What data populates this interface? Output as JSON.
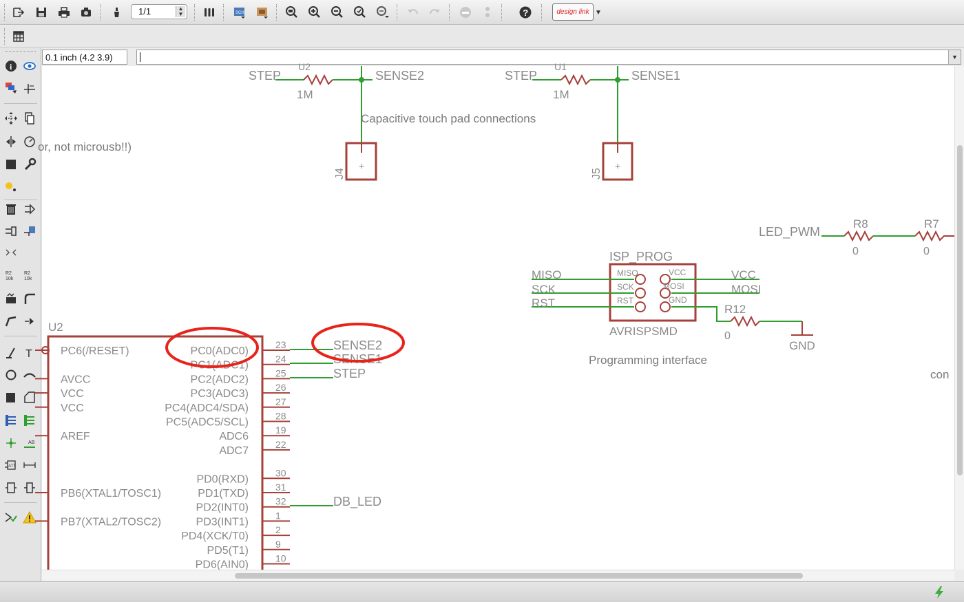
{
  "toolbar": {
    "sheet_value": "1/1",
    "designlink_label": "design link"
  },
  "command_bar": {
    "coordinate": "0.1 inch (4.2 3.9)",
    "command_value": ""
  },
  "status": {
    "text": ""
  },
  "colors": {
    "net": "#2e9e2e",
    "symbol": "#a6403a",
    "label": "#7a7a7a",
    "highlight": "#e8231a",
    "canvas": "#ffffff"
  },
  "icons": {
    "main_toolbar": [
      "open-icon",
      "save-icon",
      "print-icon",
      "cam-processor-icon",
      "drc-icon",
      "sheet-combo",
      "ulp-icon",
      "board-icon",
      "layer-icon",
      "zoom-fit-icon",
      "zoom-in-icon",
      "zoom-out-icon",
      "zoom-select-icon",
      "zoom-last-icon",
      "undo-icon",
      "redo-icon",
      "stop-icon",
      "go-icon",
      "help-icon",
      "design-link-icon"
    ],
    "palette": [
      "info-icon",
      "show-icon",
      "display-icon",
      "mark-icon",
      "move-icon",
      "copy-icon",
      "mirror-icon",
      "rotate-icon",
      "group-icon",
      "change-icon",
      "paste-icon",
      "delete-icon",
      "add-icon",
      "pinswap-icon",
      "replace-icon",
      "gateswap-icon",
      "name-icon",
      "value-icon",
      "smash-icon",
      "miter-icon",
      "split-icon",
      "invoke-icon",
      "wire-icon",
      "text-icon",
      "circle-icon",
      "arc-icon",
      "rect-icon",
      "polygon-icon",
      "bus-icon",
      "net-icon",
      "junction-icon",
      "label-icon",
      "attribute-icon",
      "dimension-icon",
      "frame-icon",
      "erc-icon",
      "errors-icon"
    ]
  },
  "schematic": {
    "top_left": {
      "net_left": "STEP",
      "part_name_partial": "U2",
      "resistor_value": "1M",
      "net_right": "SENSE2",
      "connector_name": "J4",
      "connector_pin": "+"
    },
    "top_right": {
      "net_left": "STEP",
      "part_name_partial": "U1",
      "resistor_value": "1M",
      "net_right": "SENSE1",
      "connector_name": "J5",
      "connector_pin": "+"
    },
    "touch_note": "Capacitive touch pad connections",
    "left_note_partial": "or, not microusb!!)",
    "led": {
      "net": "LED_PWM",
      "r8_name": "R8",
      "r8_value": "0",
      "r7_name": "R7",
      "r7_value": "0"
    },
    "isp": {
      "name": "ISP_PROG",
      "value": "AVRISPSMD",
      "pins": {
        "miso": "MISO",
        "vcc": "VCC",
        "sck": "SCK",
        "mosi": "MOSI",
        "rst": "RST",
        "gnd": "GND"
      },
      "nets": {
        "miso": "MISO",
        "sck": "SCK",
        "rst": "RST",
        "vcc": "VCC",
        "mosi": "MOSI"
      },
      "r12_name": "R12",
      "r12_value": "0",
      "gnd_label": "GND",
      "note": "Programming interface"
    },
    "con_partial": "con",
    "mcu": {
      "name": "U2",
      "left_pins": [
        "PC6(/RESET)",
        "AVCC",
        "VCC",
        "VCC",
        "AREF",
        "PB6(XTAL1/TOSC1)",
        "PB7(XTAL2/TOSC2)"
      ],
      "right_pins": [
        {
          "label": "PC0(ADC0)",
          "num": "23"
        },
        {
          "label": "PC1(ADC1)",
          "num": "24"
        },
        {
          "label": "PC2(ADC2)",
          "num": "25"
        },
        {
          "label": "PC3(ADC3)",
          "num": "26"
        },
        {
          "label": "PC4(ADC4/SDA)",
          "num": "27"
        },
        {
          "label": "PC5(ADC5/SCL)",
          "num": "28"
        },
        {
          "label": "ADC6",
          "num": "19"
        },
        {
          "label": "ADC7",
          "num": "22"
        },
        {
          "label": "PD0(RXD)",
          "num": "30"
        },
        {
          "label": "PD1(TXD)",
          "num": "31"
        },
        {
          "label": "PD2(INT0)",
          "num": "32"
        },
        {
          "label": "PD3(INT1)",
          "num": "1"
        },
        {
          "label": "PD4(XCK/T0)",
          "num": "2"
        },
        {
          "label": "PD5(T1)",
          "num": "9"
        },
        {
          "label": "PD6(AIN0)",
          "num": "10"
        }
      ],
      "nets": {
        "pc0": "SENSE2",
        "pc1": "SENSE1",
        "pc2": "STEP",
        "pd2": "DB_LED"
      }
    }
  }
}
